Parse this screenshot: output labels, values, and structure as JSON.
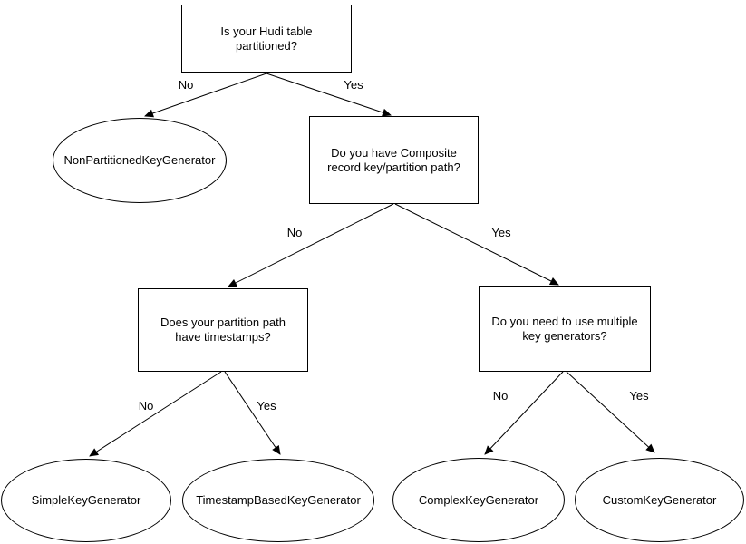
{
  "diagram": {
    "background": "#ffffff",
    "stroke_color": "#000000",
    "text_color": "#000000"
  },
  "nodes": {
    "root": {
      "label": "Is your Hudi table partitioned?",
      "shape": "rect"
    },
    "nonpartitioned": {
      "label": "NonPartitionedKeyGenerator",
      "shape": "ellipse"
    },
    "composite": {
      "label": "Do you have Composite record key/partition path?",
      "shape": "rect"
    },
    "timestamps": {
      "label": "Does your partition path have timestamps?",
      "shape": "rect"
    },
    "multiple": {
      "label": "Do you need to use multiple key generators?",
      "shape": "rect"
    },
    "simple": {
      "label": "SimpleKeyGenerator",
      "shape": "ellipse"
    },
    "timestampbased": {
      "label": "TimestampBasedKeyGenerator",
      "shape": "ellipse"
    },
    "complex": {
      "label": "ComplexKeyGenerator",
      "shape": "ellipse"
    },
    "custom": {
      "label": "CustomKeyGenerator",
      "shape": "ellipse"
    }
  },
  "edges": {
    "root_no": {
      "label": "No",
      "from": "root",
      "to": "nonpartitioned"
    },
    "root_yes": {
      "label": "Yes",
      "from": "root",
      "to": "composite"
    },
    "composite_no": {
      "label": "No",
      "from": "composite",
      "to": "timestamps"
    },
    "composite_yes": {
      "label": "Yes",
      "from": "composite",
      "to": "multiple"
    },
    "timestamps_no": {
      "label": "No",
      "from": "timestamps",
      "to": "simple"
    },
    "timestamps_yes": {
      "label": "Yes",
      "from": "timestamps",
      "to": "timestampbased"
    },
    "multiple_no": {
      "label": "No",
      "from": "multiple",
      "to": "complex"
    },
    "multiple_yes": {
      "label": "Yes",
      "from": "multiple",
      "to": "custom"
    }
  }
}
